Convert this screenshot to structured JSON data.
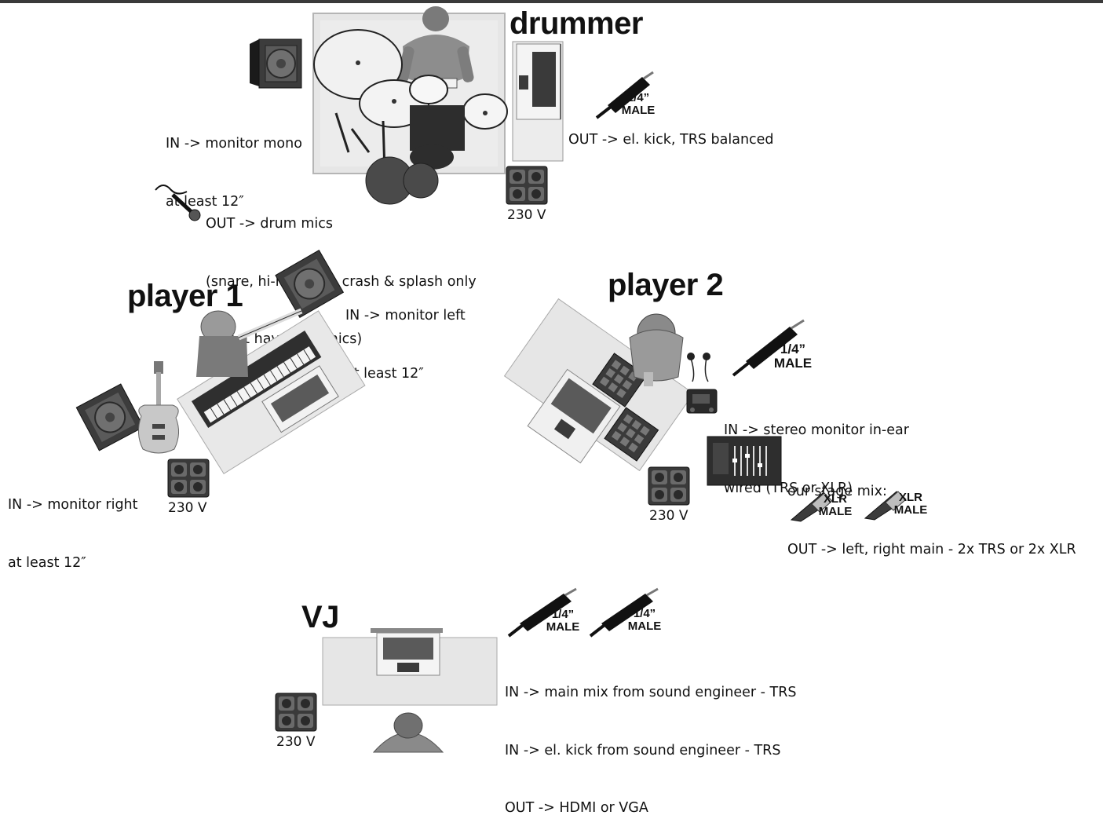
{
  "roles": {
    "drummer": "drummer",
    "player1": "player 1",
    "player2": "player 2",
    "vj": "VJ"
  },
  "drummer": {
    "monitor_note": [
      "IN -> monitor mono",
      "at least 12″"
    ],
    "kick_note": "OUT -> el. kick, TRS balanced",
    "mics_note": [
      "OUT -> drum mics",
      "(snare, hi-hat, ride, crash & splash only",
      "do not have own mics)"
    ],
    "voltage": "230 V",
    "jack_label": [
      "1/4”",
      "MALE"
    ]
  },
  "player1": {
    "monitor_left_note": [
      "IN -> monitor left",
      "at least 12″"
    ],
    "monitor_right_note": [
      "IN -> monitor right",
      "at least 12″"
    ],
    "voltage": "230 V"
  },
  "player2": {
    "jack_label": [
      "1/4”",
      "MALE"
    ],
    "inear_note": [
      "IN -> stereo monitor in-ear",
      "wired (TRS or XLR)"
    ],
    "mix_note": [
      "our stage mix:",
      "OUT -> left, right main - 2x TRS or 2x XLR"
    ],
    "xlr_label": [
      "XLR",
      "MALE"
    ],
    "voltage": "230 V"
  },
  "vj": {
    "jack_label": [
      "1/4”",
      "MALE"
    ],
    "io_note": [
      "IN -> main mix from sound engineer - TRS",
      "IN -> el. kick from sound engineer - TRS",
      "OUT -> HDMI or VGA"
    ],
    "voltage": "230 V"
  },
  "icons": {
    "monitor": "stage-monitor-icon",
    "outlet": "power-outlet-icon",
    "jack": "quarter-inch-jack-icon",
    "xlr": "xlr-plug-icon",
    "mic": "microphone-icon",
    "laptop": "laptop-icon",
    "keyboard": "keyboard-icon",
    "guitar": "bass-guitar-icon",
    "drums": "drum-kit-icon",
    "person": "person-icon",
    "headphones": "in-ear-headphones-icon",
    "mixer": "mixer-icon",
    "di_box": "di-box-icon",
    "sampler": "sampler-pad-icon"
  },
  "colors": {
    "line": "#111111",
    "surface": "#e4e4e4",
    "dark": "#3a3a3a",
    "mid": "#8a8a8a"
  }
}
